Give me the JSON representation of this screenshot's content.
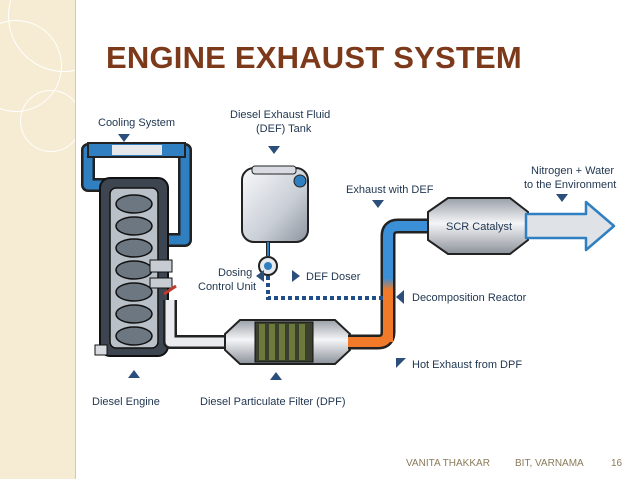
{
  "slide": {
    "title": "ENGINE EXHAUST SYSTEM",
    "footer_author": "VANITA THAKKAR",
    "footer_org": "BIT,  VARNAMA",
    "page_number": "16"
  },
  "diagram": {
    "labels": {
      "cooling_system": "Cooling System",
      "def_tank_line1": "Diesel Exhaust Fluid",
      "def_tank_line2": "(DEF) Tank",
      "exhaust_with_def": "Exhaust with DEF",
      "output_line1": "Nitrogen + Water",
      "output_line2": "to the Environment",
      "scr_catalyst": "SCR Catalyst",
      "dosing_line1": "Dosing",
      "dosing_line2": "Control Unit",
      "def_doser": "DEF Doser",
      "decomposition_reactor": "Decomposition Reactor",
      "hot_exhaust": "Hot Exhaust from DPF",
      "diesel_engine": "Diesel Engine",
      "dpf": "Diesel Particulate Filter (DPF)"
    }
  },
  "colors": {
    "title": "#7d3a1a",
    "label": "#1f3550",
    "coolant_blue": "#2f7fc1",
    "exhaust_orange": "#f07a2a",
    "pipe_light": "#e6e8ec",
    "pipe_outline": "#222222",
    "marker_blue": "#2b4f7a",
    "background_band": "#f6ecd3"
  }
}
